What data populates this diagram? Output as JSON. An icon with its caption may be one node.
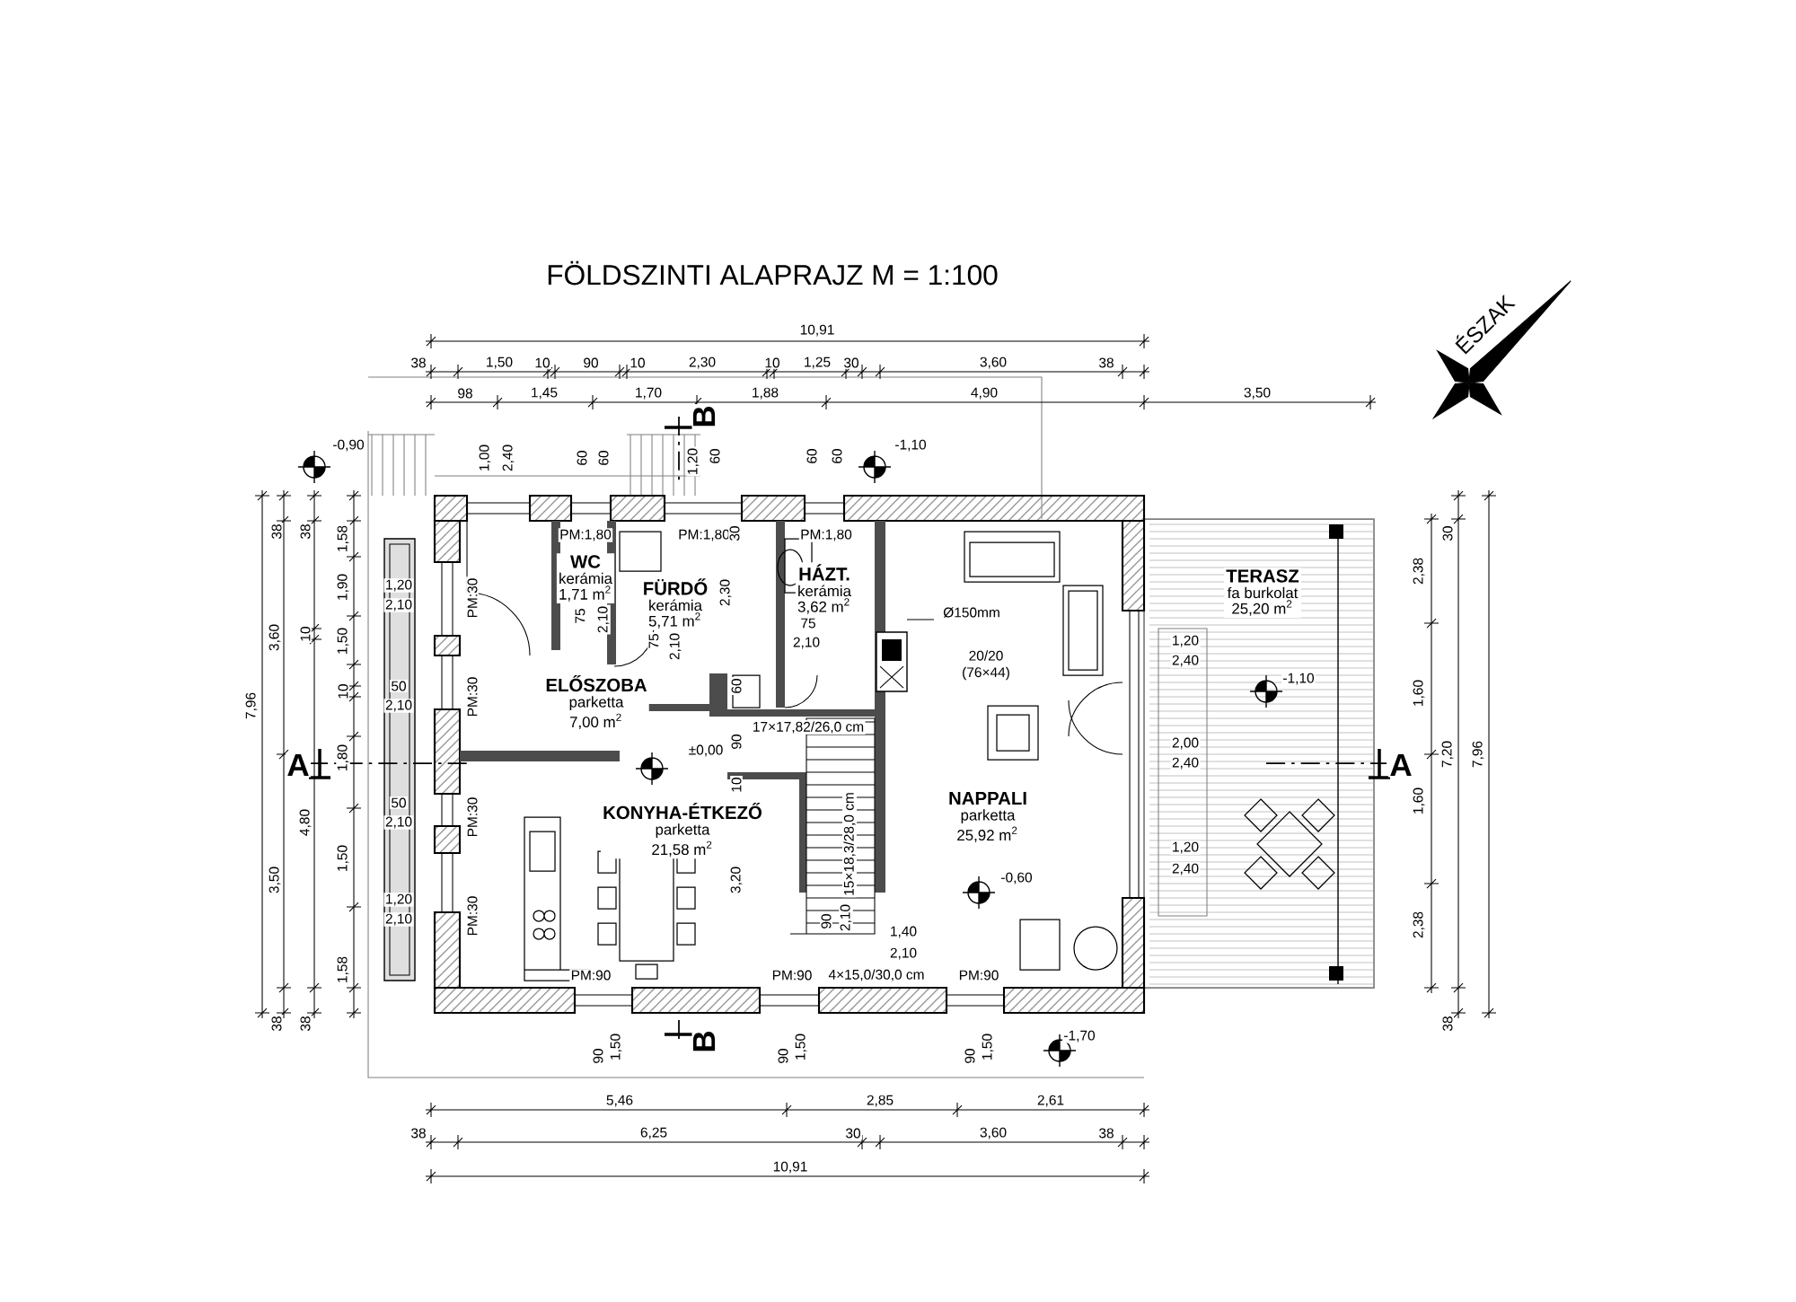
{
  "diagram": {
    "title": "FÖLDSZINTI ALAPRAJZ M = 1:100",
    "nodes": [
      {
        "text": [
          "WC",
          "kerámia",
          "1,71 m$^{2}$"
        ]
      },
      {
        "text": [
          "FÜRDŐ",
          "kerámia",
          "5,71 m$^{2}$"
        ]
      },
      {
        "text": [
          "HÁZT.",
          "kerámia",
          "3,62 m$^{2}$"
        ]
      },
      {
        "text": [
          "ELŐSZOBA",
          "parketta",
          "7,00 m$^{2}$"
        ]
      },
      {
        "text": [
          "KONYHA-ÉTKEZŐ",
          "parketta",
          "21,58 m$^{2}$"
        ]
      },
      {
        "text": [
          "NAPPALI",
          "parketta",
          "25,92 m$^{2}$"
        ]
      },
      {
        "text": [
          "TERASZ",
          "fa burkolat",
          "25,20 m$^{2}$"
        ]
      }
    ],
    "labels": [
      "ÉSZAK",
      "10,91",
      "38",
      "1,50",
      "10",
      "90",
      "10",
      "2,30",
      "10",
      "1,25",
      "30",
      "3,60",
      "38",
      "98",
      "1,45",
      "1,70",
      "1,88",
      "4,90",
      "3,50",
      "B",
      "-0,90",
      "-1,10",
      "1,00",
      "2,40",
      "60",
      "60",
      "1,20",
      "60",
      "60",
      "60",
      "38",
      "38",
      "1,58",
      "PM:1,80",
      "PM:1,80",
      "30",
      "PM:1,80",
      "1,90",
      "3,60",
      "10",
      "1,50",
      "10",
      "1,80",
      "7,96",
      "A",
      "4,80",
      "1,50",
      "3,50",
      "1,58",
      "38",
      "38",
      "1,20",
      "2,10",
      "50",
      "2,10",
      "50",
      "2,10",
      "1,20",
      "2,10",
      "PM:30",
      "PM:30",
      "PM:30",
      "PM:30",
      "75",
      "2,10",
      "75",
      "2,10",
      "2,30",
      "75",
      "2,10",
      "60",
      "±0,00",
      "17×17,82/26,0 cm",
      "90",
      "10",
      "15×18,3/28,0 cm",
      "3,20",
      "90",
      "2,10",
      "1,40",
      "2,10",
      "PM:90",
      "PM:90",
      "4×15,0/30,0 cm",
      "PM:90",
      "Ø150mm",
      "20/20",
      "(76×44)",
      "-0,60",
      "1,20",
      "2,40",
      "-1,10",
      "2,00",
      "2,40",
      "A",
      "1,20",
      "2,40",
      "30",
      "2,38",
      "1,60",
      "7,20",
      "7,96",
      "1,60",
      "2,38",
      "38",
      "90",
      "1,50",
      "B",
      "90",
      "1,50",
      "90",
      "1,50",
      "-1,70",
      "5,46",
      "2,85",
      "2,61",
      "38",
      "6,25",
      "30",
      "3,60",
      "38",
      "10,91"
    ]
  }
}
